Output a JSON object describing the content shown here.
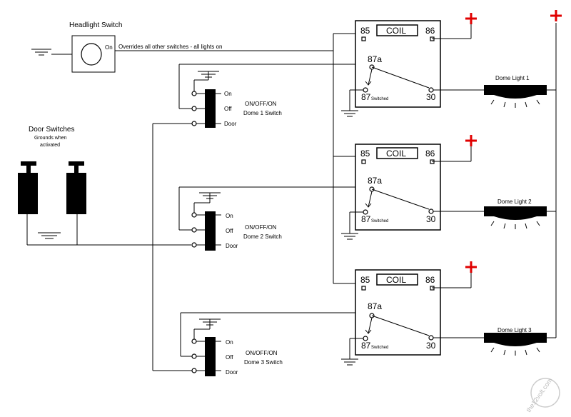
{
  "headlight_switch": {
    "title": "Headlight Switch",
    "on_label": "On",
    "note": "Overrides all other switches - all lights on"
  },
  "door_switches": {
    "title": "Door Switches",
    "subtitle_line1": "Grounds when",
    "subtitle_line2": "activated"
  },
  "relays": [
    {
      "coil_label": "COIL",
      "pin85": "85",
      "pin86": "86",
      "pin87a": "87a",
      "pin87": "87",
      "pin87_sub": "Switched",
      "pin30": "30"
    },
    {
      "coil_label": "COIL",
      "pin85": "85",
      "pin86": "86",
      "pin87a": "87a",
      "pin87": "87",
      "pin87_sub": "Switched",
      "pin30": "30"
    },
    {
      "coil_label": "COIL",
      "pin85": "85",
      "pin86": "86",
      "pin87a": "87a",
      "pin87": "87",
      "pin87_sub": "Switched",
      "pin30": "30"
    }
  ],
  "dome_switches": [
    {
      "pos_on": "On",
      "pos_off": "Off",
      "pos_door": "Door",
      "type": "ON/OFF/ON",
      "name": "Dome 1 Switch"
    },
    {
      "pos_on": "On",
      "pos_off": "Off",
      "pos_door": "Door",
      "type": "ON/OFF/ON",
      "name": "Dome 2 Switch"
    },
    {
      "pos_on": "On",
      "pos_off": "Off",
      "pos_door": "Door",
      "type": "ON/OFF/ON",
      "name": "Dome 3 Switch"
    }
  ],
  "dome_lights": [
    "Dome Light 1",
    "Dome Light 2",
    "Dome Light 3"
  ],
  "plus_symbol": "+",
  "watermark": "the12volt.com",
  "colors": {
    "plus": "#e00000",
    "line": "#000000",
    "background": "#ffffff"
  }
}
